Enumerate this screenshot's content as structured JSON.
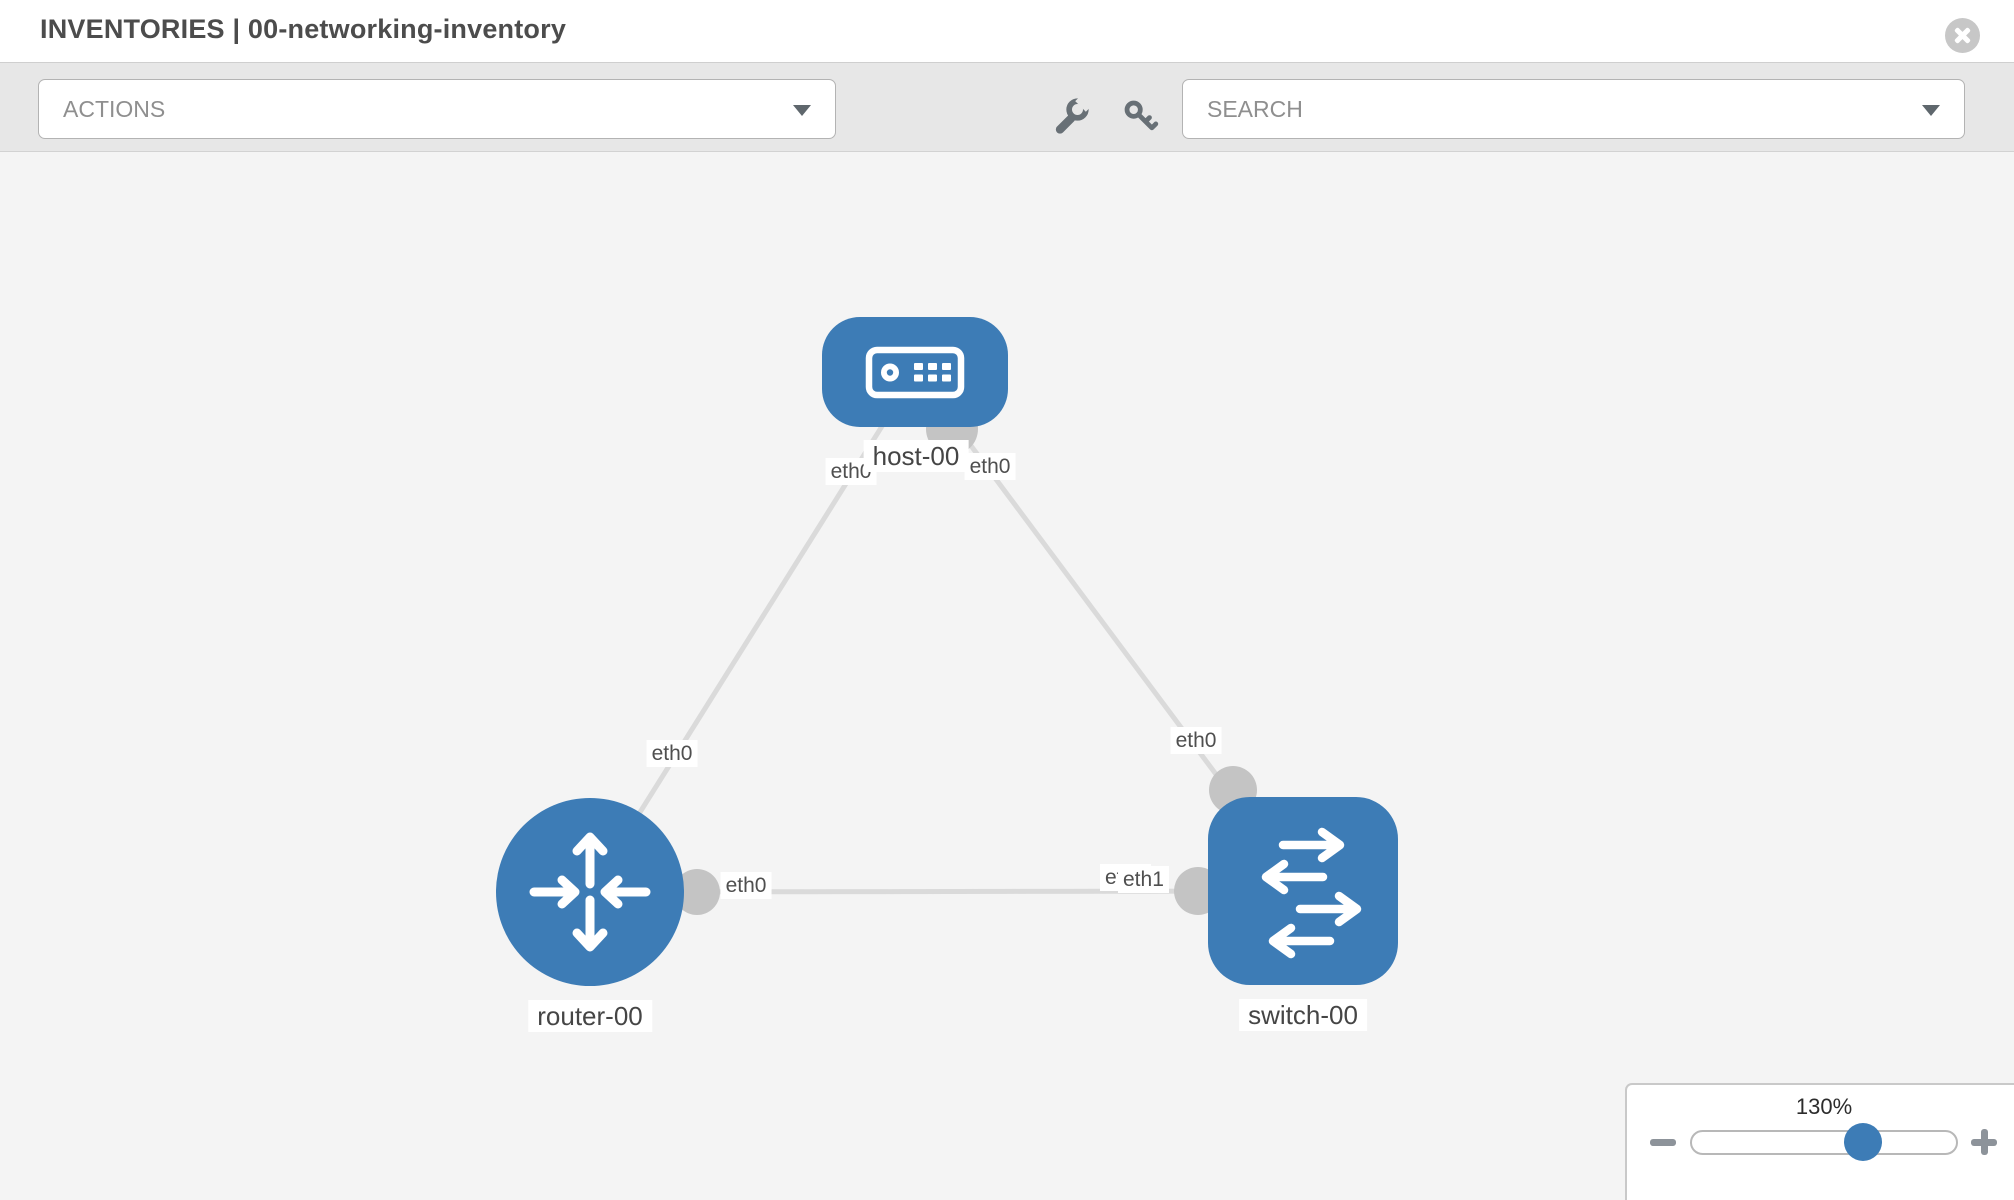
{
  "header": {
    "title": "INVENTORIES | 00-networking-inventory"
  },
  "toolbar": {
    "actions_label": "ACTIONS",
    "search_label": "SEARCH"
  },
  "icons": {
    "close": "circle-x",
    "wrench": "wrench",
    "key": "key",
    "dropdown_caret": "caret-down",
    "zoom_out": "minus",
    "zoom_in": "plus"
  },
  "topology": {
    "nodes": [
      {
        "name": "host-00",
        "type": "host"
      },
      {
        "name": "router-00",
        "type": "router"
      },
      {
        "name": "switch-00",
        "type": "switch"
      }
    ],
    "links": [
      {
        "source": "host-00",
        "source_port": "eth0",
        "target": "router-00",
        "target_port": "eth0"
      },
      {
        "source": "host-00",
        "source_port": "eth0",
        "target": "switch-00",
        "target_port": "eth0"
      },
      {
        "source": "router-00",
        "source_port": "eth0",
        "target": "switch-00",
        "target_port": "eth1",
        "target_port_overlapped": "eth0"
      }
    ]
  },
  "zoom_control": {
    "level": "130%"
  },
  "colors": {
    "node_blue": "#3d7cb6",
    "link_gray": "#dadada",
    "dot_gray": "#c4c4c4",
    "canvas_bg": "#f4f4f4"
  }
}
